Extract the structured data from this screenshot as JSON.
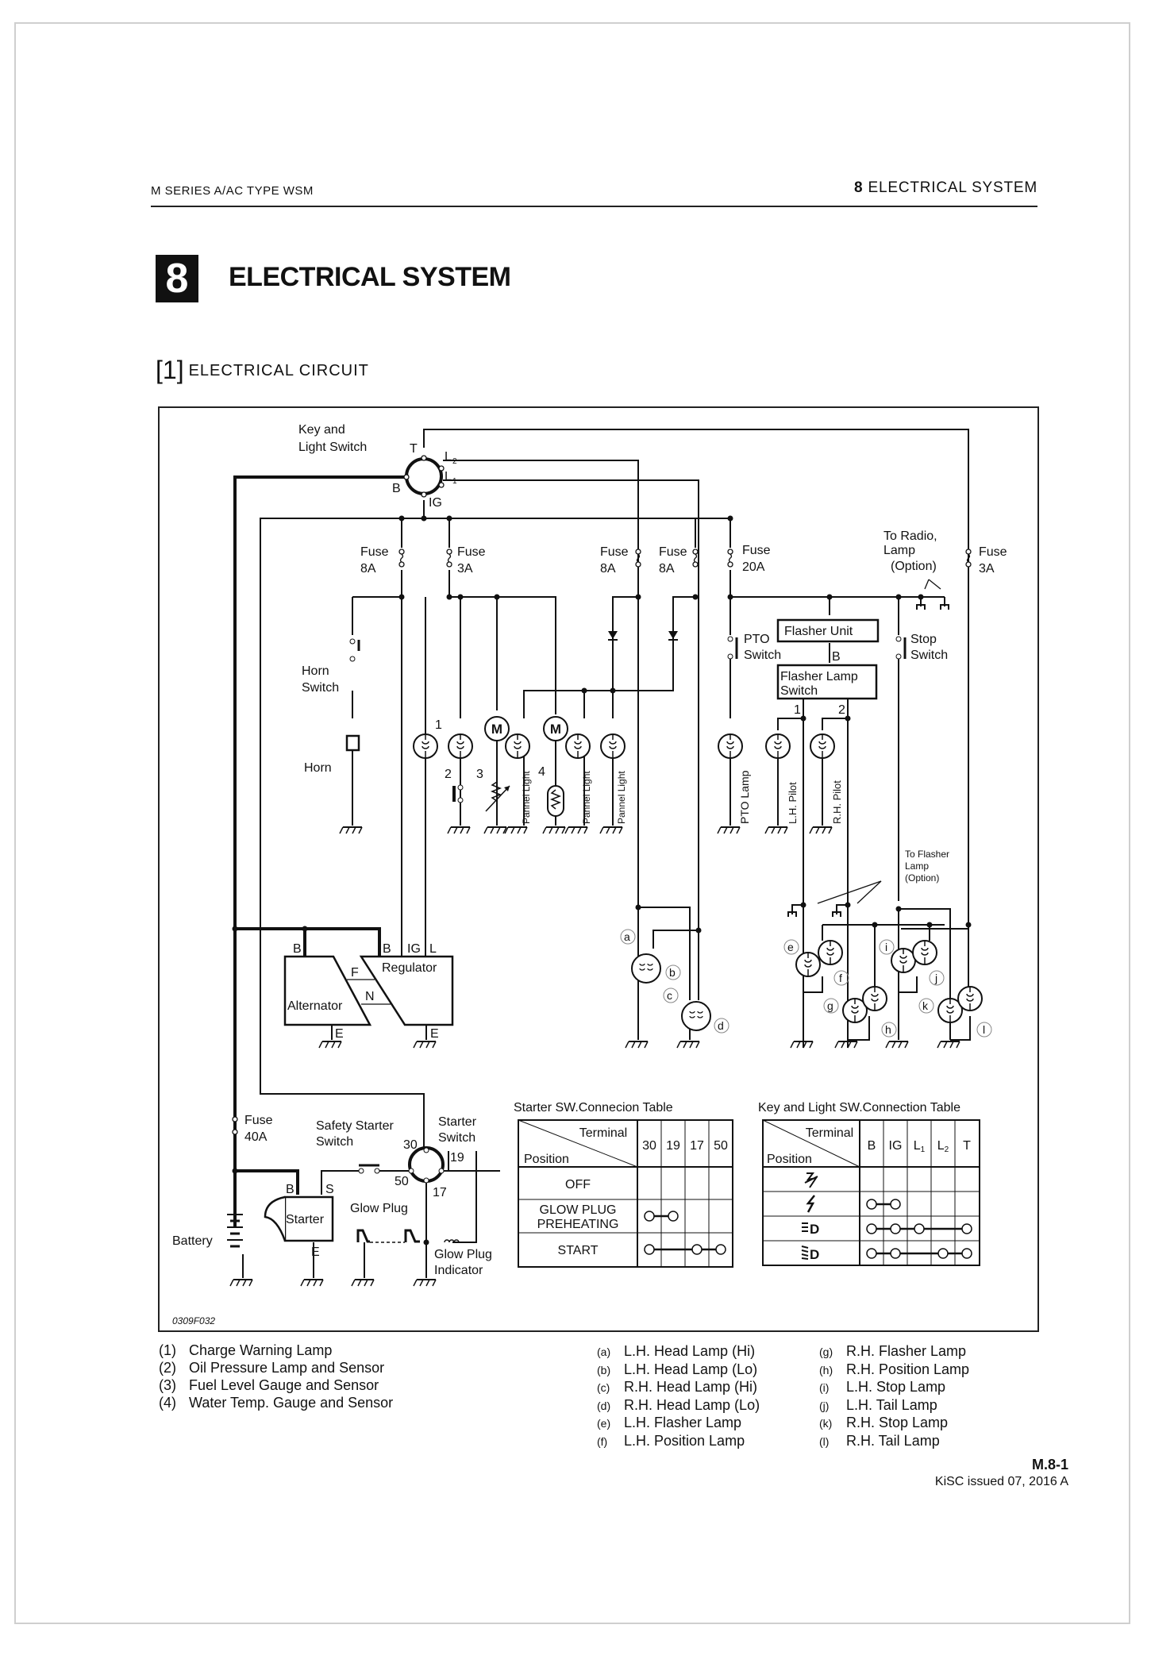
{
  "header": {
    "left": "M SERIES A/AC TYPE WSM",
    "right_number": "8",
    "right_title": "ELECTRICAL SYSTEM"
  },
  "chapter": {
    "number": "8",
    "title": "ELECTRICAL SYSTEM"
  },
  "section": {
    "number": "[1]",
    "title": "ELECTRICAL CIRCUIT"
  },
  "diagram": {
    "figure_id": "0309F032",
    "labels": {
      "key_switch": [
        "Key and",
        "Light Switch"
      ],
      "key_terminals": {
        "T": "T",
        "L2": "L",
        "L2_sub": "2",
        "L1": "L",
        "L1_sub": "1",
        "B": "B",
        "IG": "IG"
      },
      "fuses": [
        {
          "name": "Fuse",
          "rating": "8A"
        },
        {
          "name": "Fuse",
          "rating": "3A"
        },
        {
          "name": "Fuse",
          "rating": "8A"
        },
        {
          "name": "Fuse",
          "rating": "8A"
        },
        {
          "name": "Fuse",
          "rating": "20A"
        },
        {
          "name": "Fuse",
          "rating": "3A"
        },
        {
          "name": "Fuse",
          "rating": "40A"
        }
      ],
      "radio": [
        "To Radio,",
        "Lamp",
        "(Option)"
      ],
      "horn_switch": [
        "Horn",
        "Switch"
      ],
      "horn": "Horn",
      "pto_switch": [
        "PTO",
        "Switch"
      ],
      "flasher_unit": "Flasher Unit",
      "flasher_b": "B",
      "flasher_lamp_switch": [
        "Flasher Lamp",
        "Switch"
      ],
      "fls_terminals": [
        "1",
        "2"
      ],
      "stop_switch": [
        "Stop",
        "Switch"
      ],
      "gauge_numbers": [
        "1",
        "2",
        "3",
        "4"
      ],
      "meter": "M",
      "panel_light": "Pannel Light",
      "pto_lamp": "PTO Lamp",
      "lh_pilot": "L.H. Pilot",
      "rh_pilot": "R.H. Pilot",
      "to_flasher": [
        "To Flasher",
        "Lamp",
        "(Option)"
      ],
      "alternator": "Alternator",
      "regulator": "Regulator",
      "alt_terms": {
        "B": "B",
        "F": "F",
        "N": "N",
        "E": "E",
        "IG": "IG",
        "L": "L"
      },
      "lamp_letters": [
        "a",
        "b",
        "c",
        "d",
        "e",
        "f",
        "g",
        "h",
        "i",
        "j",
        "k",
        "l"
      ],
      "safety_starter": [
        "Safety Starter",
        "Switch"
      ],
      "starter_switch": [
        "Starter",
        "Switch"
      ],
      "starter_terms": [
        "30",
        "50",
        "19",
        "17"
      ],
      "starter": "Starter",
      "starter_b": "B",
      "starter_s": "S",
      "starter_e": "E",
      "battery": "Battery",
      "glow_plug": "Glow Plug",
      "glow_plug_indicator": [
        "Glow Plug",
        "Indicator"
      ]
    },
    "starter_table": {
      "title": "Starter SW.Connecion Table",
      "corner_top": "Terminal",
      "corner_bottom": "Position",
      "columns": [
        "30",
        "19",
        "17",
        "50"
      ],
      "rows": [
        {
          "position": [
            "OFF"
          ],
          "connections": []
        },
        {
          "position": [
            "GLOW PLUG",
            "PREHEATING"
          ],
          "connections": [
            [
              "30",
              "19"
            ]
          ]
        },
        {
          "position": [
            "START"
          ],
          "connections": [
            [
              "30",
              "17",
              "50"
            ]
          ]
        }
      ]
    },
    "key_table": {
      "title": "Key and Light SW.Connection Table",
      "corner_top": "Terminal",
      "corner_bottom": "Position",
      "columns": [
        "B",
        "IG",
        "L1",
        "L2",
        "T"
      ],
      "rows": [
        {
          "position_icon": "off-key-icon",
          "connections": []
        },
        {
          "position_icon": "ignition-on-icon",
          "connections": [
            [
              "B",
              "IG"
            ]
          ]
        },
        {
          "position_icon": "low-beam-icon",
          "connections": [
            [
              "B",
              "IG",
              "L1",
              "T"
            ]
          ]
        },
        {
          "position_icon": "high-beam-icon",
          "connections": [
            [
              "B",
              "IG",
              "L2",
              "T"
            ]
          ]
        }
      ]
    }
  },
  "legend_numbered": [
    {
      "key": "(1)",
      "text": "Charge Warning Lamp"
    },
    {
      "key": "(2)",
      "text": "Oil Pressure Lamp and Sensor"
    },
    {
      "key": "(3)",
      "text": "Fuel Level Gauge and Sensor"
    },
    {
      "key": "(4)",
      "text": "Water Temp. Gauge and Sensor"
    }
  ],
  "legend_lettered_left": [
    {
      "key": "(a)",
      "text": "L.H. Head Lamp (Hi)"
    },
    {
      "key": "(b)",
      "text": "L.H. Head Lamp (Lo)"
    },
    {
      "key": "(c)",
      "text": "R.H. Head Lamp (Hi)"
    },
    {
      "key": "(d)",
      "text": "R.H. Head Lamp (Lo)"
    },
    {
      "key": "(e)",
      "text": "L.H. Flasher Lamp"
    },
    {
      "key": "(f)",
      "text": "L.H. Position Lamp"
    }
  ],
  "legend_lettered_right": [
    {
      "key": "(g)",
      "text": "R.H. Flasher Lamp"
    },
    {
      "key": "(h)",
      "text": "R.H. Position Lamp"
    },
    {
      "key": "(i)",
      "text": "L.H. Stop Lamp"
    },
    {
      "key": "(j)",
      "text": "L.H. Tail Lamp"
    },
    {
      "key": "(k)",
      "text": "R.H. Stop Lamp"
    },
    {
      "key": "(l)",
      "text": "R.H. Tail Lamp"
    }
  ],
  "footer": {
    "page": "M.8-1",
    "issued": "KiSC issued 07, 2016 A"
  }
}
